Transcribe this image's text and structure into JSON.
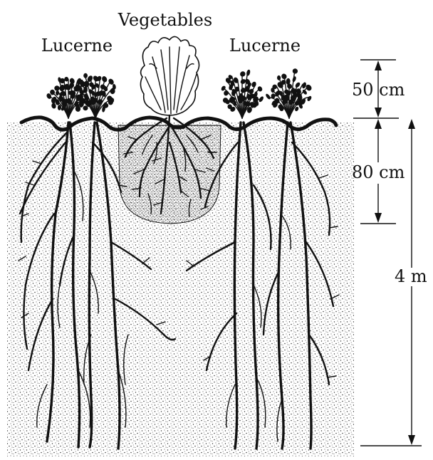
{
  "labels": {
    "vegetables": "Vegetables",
    "lucerne_left": "Lucerne",
    "lucerne_right": "Lucerne"
  },
  "dimensions": {
    "top_height": "50 cm",
    "vegetable_root_depth": "80 cm",
    "lucerne_root_depth": "4 m"
  },
  "colors": {
    "ink": "#111111",
    "soil_dots": "#333333",
    "background": "#ffffff"
  }
}
